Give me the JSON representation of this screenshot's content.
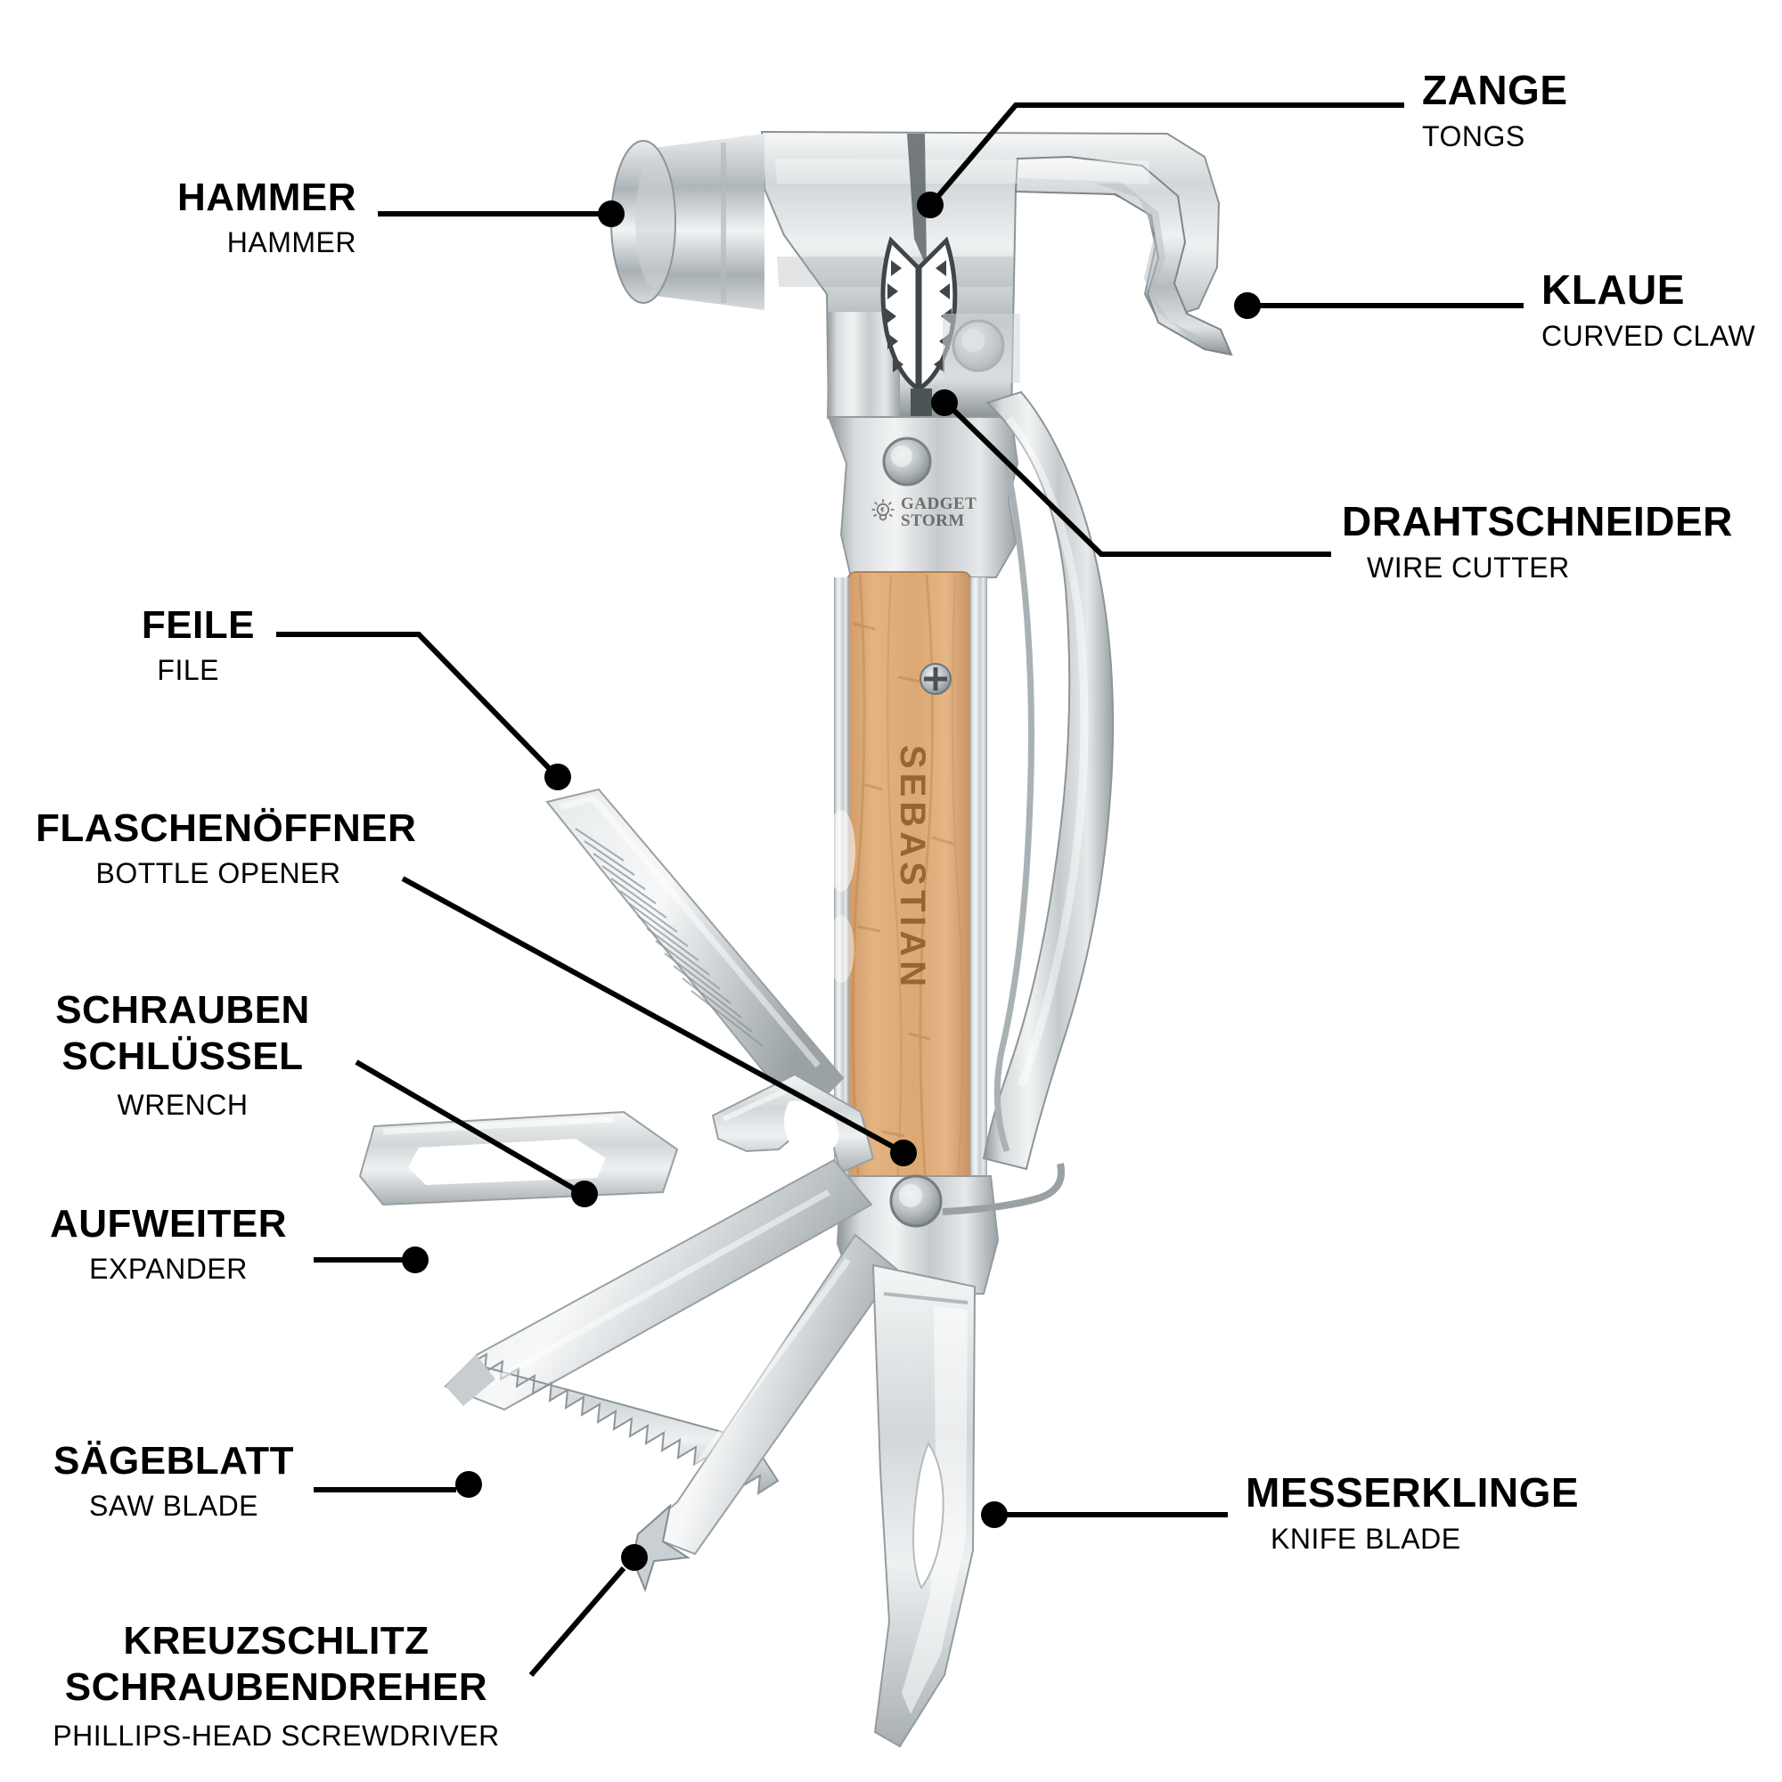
{
  "product": {
    "brand_logo_line1": "GADGET",
    "brand_logo_line2": "STORM",
    "brand_logo_icon": "lightbulb-icon",
    "engraved_name": "SEBASTIAN",
    "handle_color": "#d9a876",
    "steel_color": "#c9ccce",
    "line_color": "#000000"
  },
  "callouts": [
    {
      "id": "hammer",
      "de": "HAMMER",
      "en": "HAMMER"
    },
    {
      "id": "zange",
      "de": "ZANGE",
      "en": "TONGS"
    },
    {
      "id": "klaue",
      "de": "KLAUE",
      "en": "CURVED CLAW"
    },
    {
      "id": "draht",
      "de": "DRAHTSCHNEIDER",
      "en": "WIRE CUTTER"
    },
    {
      "id": "feile",
      "de": "FEILE",
      "en": "FILE"
    },
    {
      "id": "flasche",
      "de": "FLASCHENÖFFNER",
      "en": "BOTTLE OPENER"
    },
    {
      "id": "schrauben",
      "de": "SCHRAUBEN\nSCHLÜSSEL",
      "en": "WRENCH"
    },
    {
      "id": "aufweiter",
      "de": "AUFWEITER",
      "en": "EXPANDER"
    },
    {
      "id": "saege",
      "de": "SÄGEBLATT",
      "en": "SAW BLADE"
    },
    {
      "id": "kreuz",
      "de": "KREUZSCHLITZ\nSCHRAUBENDREHER",
      "en": "PHILLIPS-HEAD SCREWDRIVER"
    },
    {
      "id": "messer",
      "de": "MESSERKLINGE",
      "en": "KNIFE BLADE"
    }
  ]
}
